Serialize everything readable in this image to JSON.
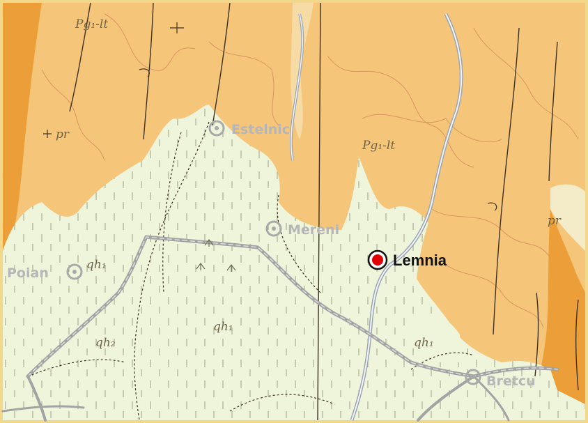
{
  "map": {
    "marker": {
      "label": "Lemnia",
      "color": "#e00000"
    },
    "towns": {
      "estelnic": "Estelnic",
      "mereni": "Mereni",
      "poian": "Poian",
      "bretcu": "Bretcu"
    },
    "units": {
      "pg_north": "Pg₁-lt",
      "pg_center": "Pg₁-lt",
      "pr_left": "pr",
      "pr_right": "pr",
      "qh1_poian": "qh₁",
      "qh2": "qh₂",
      "qh1_center": "qh₁",
      "qh1_right": "qh₁"
    },
    "colors": {
      "flysch": "#f5c57a",
      "alluvial_plain": "#eef5da",
      "deep_orange": "#ec9f38",
      "frame": "#f2d88a",
      "road": "#a3a3a3"
    }
  }
}
